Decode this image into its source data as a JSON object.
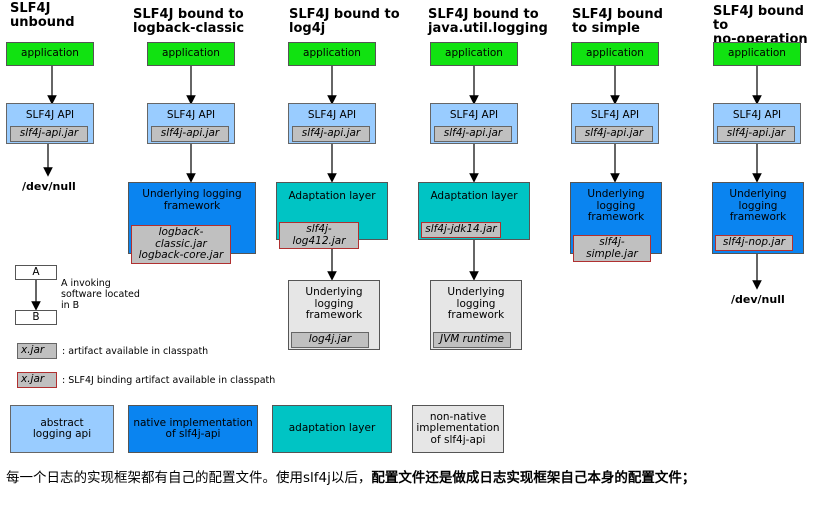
{
  "columns": [
    {
      "heading": "SLF4J\nunbound",
      "application": "application",
      "api": "SLF4J API",
      "api_jar": "slf4j-api.jar",
      "end": "/dev/null"
    },
    {
      "heading": "SLF4J bound to\nlogback-classic",
      "application": "application",
      "api": "SLF4J API",
      "api_jar": "slf4j-api.jar",
      "impl_label": "Underlying logging\nframework",
      "impl_jar": "logback-classic.jar\nlogback-core.jar"
    },
    {
      "heading": "SLF4J bound to\nlog4j",
      "application": "application",
      "api": "SLF4J API",
      "api_jar": "slf4j-api.jar",
      "adapt_label": "Adaptation layer",
      "adapt_jar": "slf4j-log412.jar",
      "framework_label": "Underlying\nlogging\nframework",
      "framework_jar": "log4j.jar"
    },
    {
      "heading": "SLF4J bound to\njava.util.logging",
      "application": "application",
      "api": "SLF4J API",
      "api_jar": "slf4j-api.jar",
      "adapt_label": "Adaptation layer",
      "adapt_jar": "slf4j-jdk14.jar",
      "framework_label": "Underlying\nlogging\nframework",
      "framework_jar": "JVM runtime"
    },
    {
      "heading": "SLF4J bound\nto simple",
      "application": "application",
      "api": "SLF4J API",
      "api_jar": "slf4j-api.jar",
      "impl_label": "Underlying\nlogging\nframework",
      "impl_jar": "slf4j-simple.jar"
    },
    {
      "heading": "SLF4J bound to\nno-operation",
      "application": "application",
      "api": "SLF4J API",
      "api_jar": "slf4j-api.jar",
      "impl_label": "Underlying\nlogging\nframework",
      "impl_jar": "slf4j-nop.jar",
      "end": "/dev/null"
    }
  ],
  "legend": {
    "a": "A",
    "b": "B",
    "invoke_text": "A invoking\nsoftware located\nin B",
    "jar_sample": "x.jar",
    "jar_text": ": artifact available in classpath",
    "binding_sample": "x.jar",
    "binding_text": ": SLF4J binding artifact available in classpath",
    "abstract": "abstract\nlogging api",
    "native": "native implementation\nof slf4j-api",
    "adaptation": "adaptation layer",
    "nonnative": "non-native\nimplementation\nof slf4j-api"
  },
  "footer": {
    "normal": "每一个日志的实现框架都有自己的配置文件。使用slf4j以后，",
    "bold": "配置文件还是做成日志实现框架自己本身的配置文件；"
  },
  "colors": {
    "application": "#11e211",
    "api": "#99ccff",
    "native": "#0a84f0",
    "adaptation": "#00c4c4",
    "nonnative": "#e6e6e6",
    "jar": "#c0c0c0",
    "binding_border": "#b03030"
  }
}
